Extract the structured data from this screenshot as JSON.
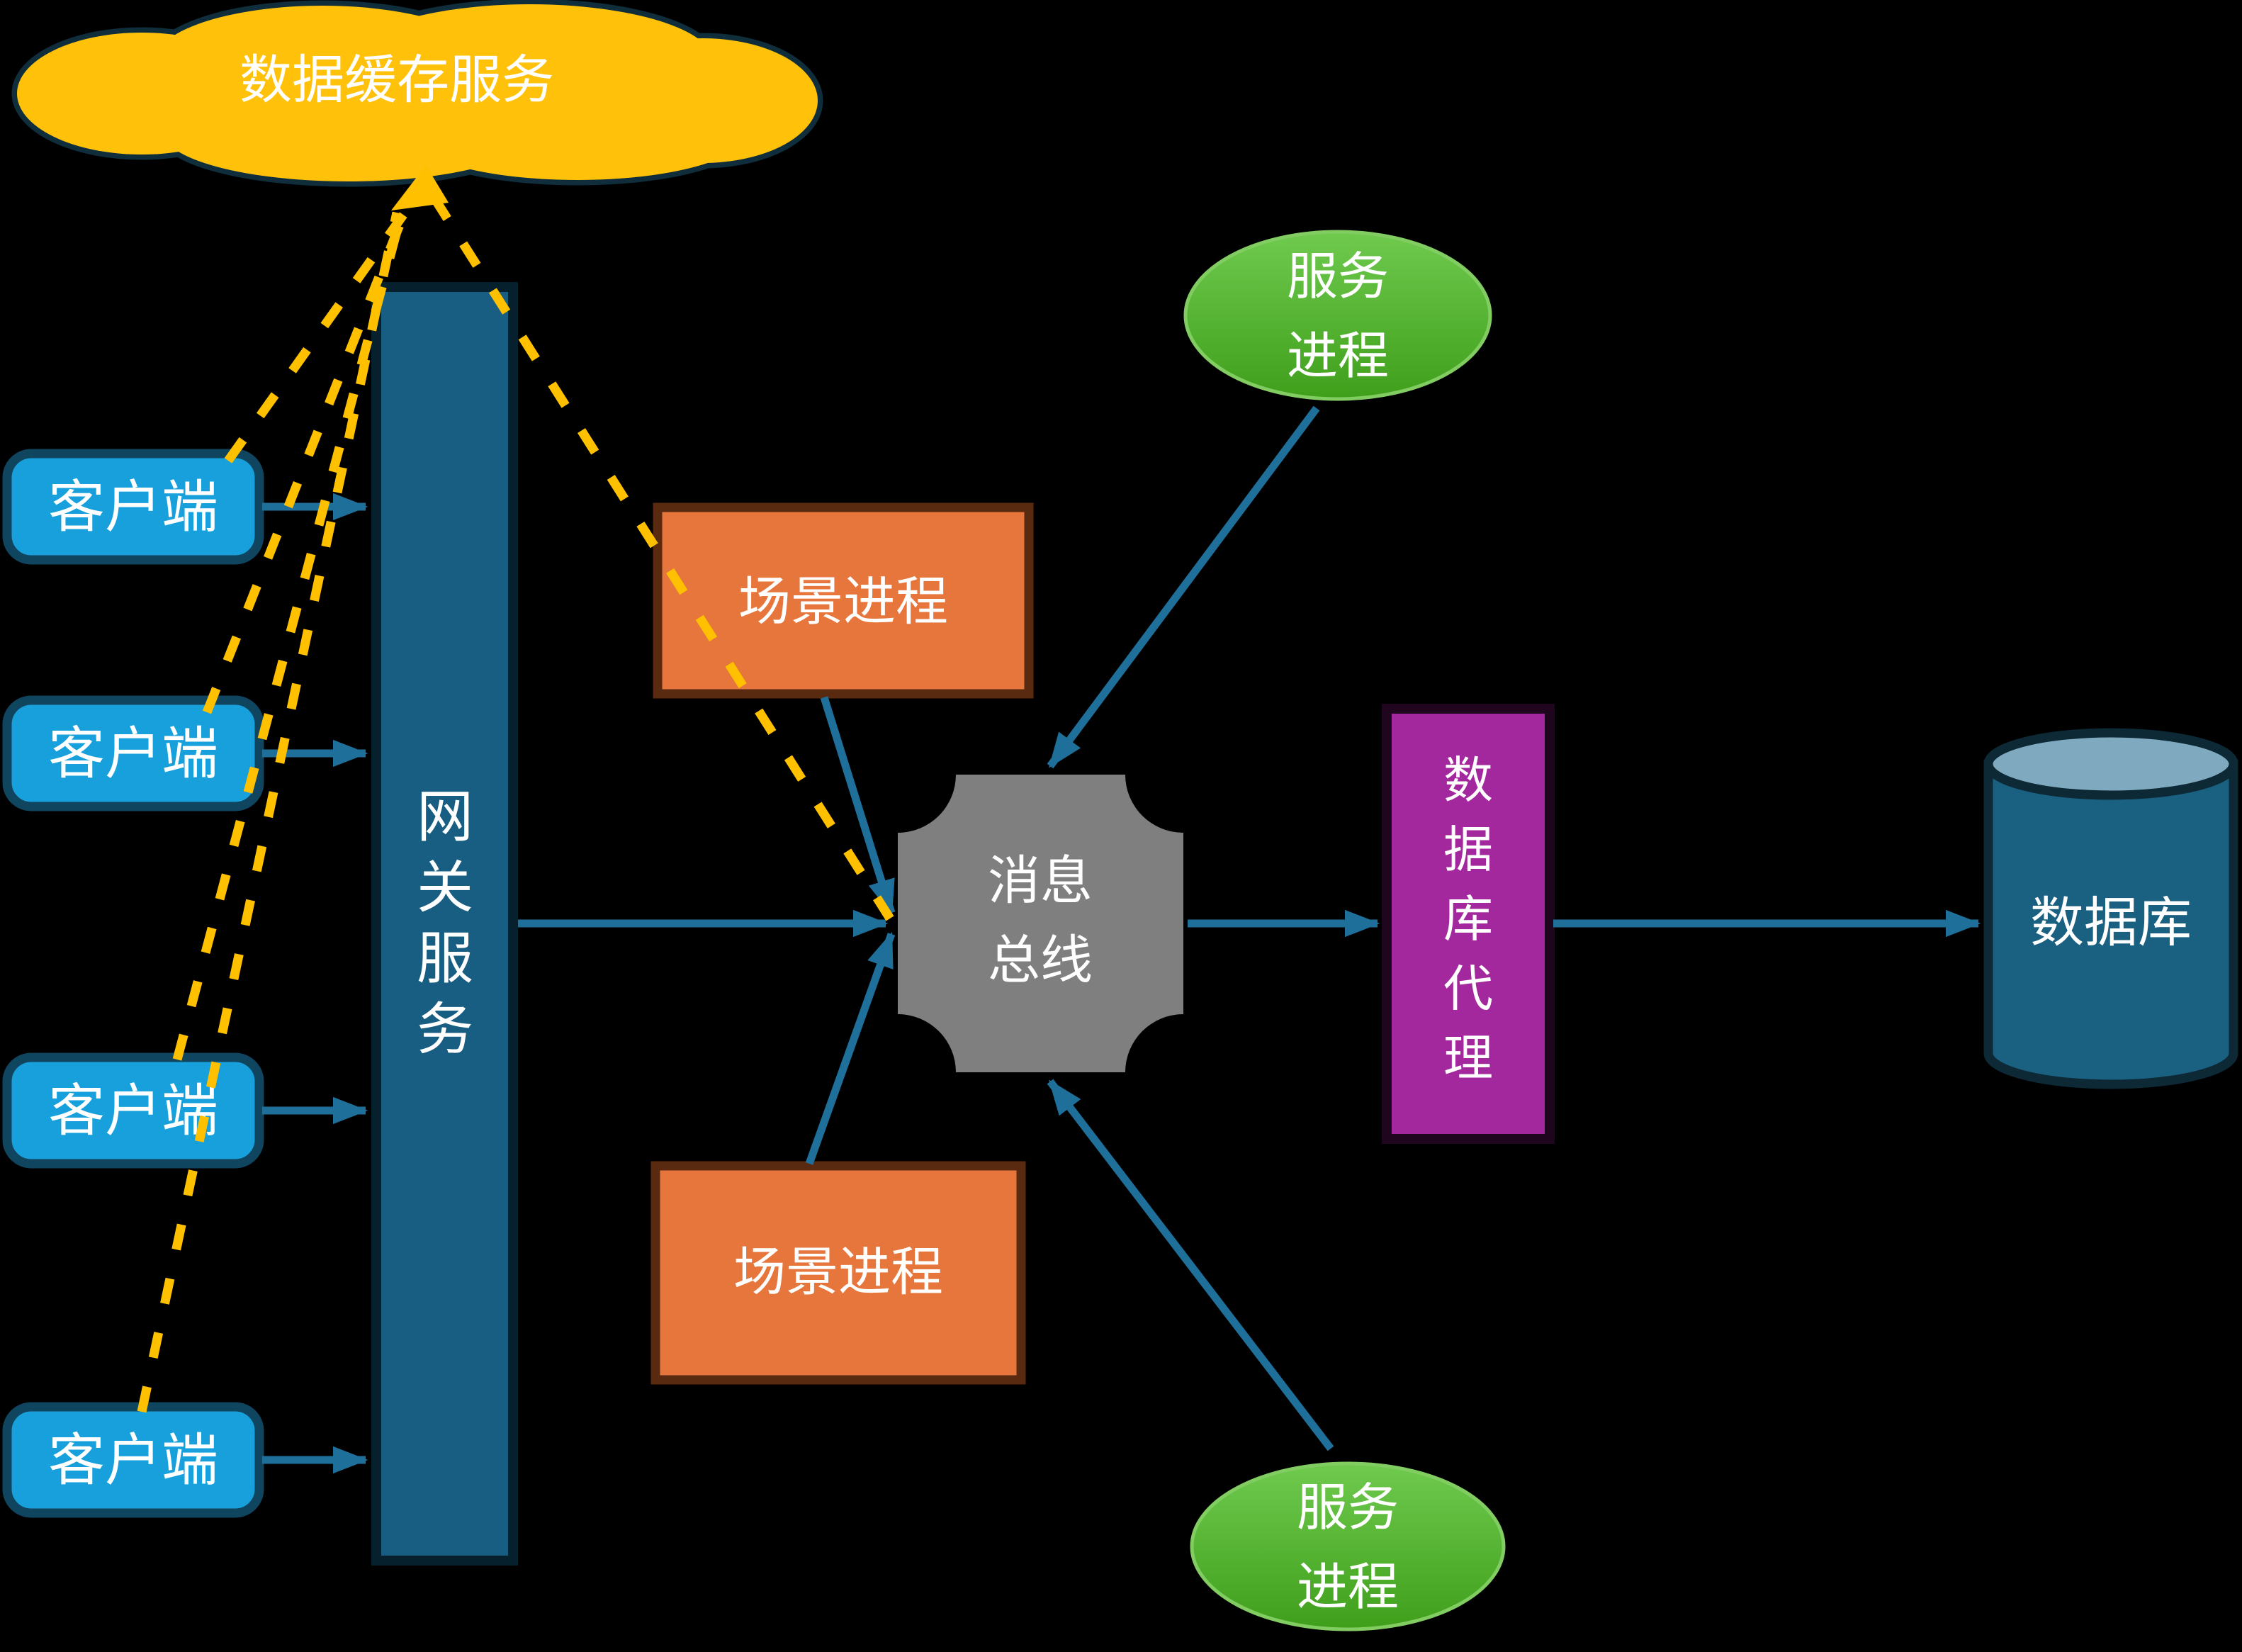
{
  "colors": {
    "background": "#000000",
    "text": "#FFFFFF",
    "solid_arrow": "#1F6F9B",
    "dashed_arrow": "#FFC000"
  },
  "nodes": {
    "cache_cloud": {
      "label": "数据缓存服务",
      "shape": "cloud",
      "fill": "#FFC10A",
      "outline": "#0F2D3A"
    },
    "clients": {
      "label": "客户端",
      "shape": "rounded-rect",
      "count": 4,
      "fill": "#17A0DB",
      "border": "#10455F"
    },
    "gateway": {
      "label": "网关服务",
      "shape": "vertical-bar",
      "fill": "#175E82",
      "border": "#06202E"
    },
    "scene_processes": {
      "label": "场景进程",
      "shape": "rect",
      "count": 2,
      "fill": "#E6763B",
      "border": "#5A2A10"
    },
    "message_bus": {
      "label": "消息总线",
      "lines": [
        "消息",
        "总线"
      ],
      "shape": "concave-corner-square",
      "fill": "#7F7F7F"
    },
    "service_processes": {
      "label": "服务进程",
      "lines": [
        "服务",
        "进程"
      ],
      "shape": "ellipse",
      "count": 2,
      "fill_top": "#6FCA4E",
      "fill_bottom": "#3F9F1B",
      "border": "#82CD62"
    },
    "db_proxy": {
      "label": "数据库代理",
      "shape": "rect",
      "fill": "#A3289D",
      "border": "#20051F"
    },
    "database": {
      "label": "数据库",
      "shape": "cylinder",
      "fill": "#1A6080",
      "top_fill": "#7FA9BE",
      "outline": "#0D2936"
    }
  },
  "edges": [
    {
      "from": "client-1",
      "to": "gateway",
      "style": "solid-arrow"
    },
    {
      "from": "client-2",
      "to": "gateway",
      "style": "solid-arrow"
    },
    {
      "from": "client-3",
      "to": "gateway",
      "style": "solid-arrow"
    },
    {
      "from": "client-4",
      "to": "gateway",
      "style": "solid-arrow"
    },
    {
      "from": "gateway",
      "to": "message-bus",
      "style": "solid-arrow"
    },
    {
      "from": "scene-process-top",
      "to": "message-bus",
      "style": "solid-arrow"
    },
    {
      "from": "scene-process-bottom",
      "to": "message-bus",
      "style": "solid-arrow"
    },
    {
      "from": "service-process-top",
      "to": "message-bus",
      "style": "solid-arrow"
    },
    {
      "from": "service-process-bottom",
      "to": "message-bus",
      "style": "solid-arrow"
    },
    {
      "from": "message-bus",
      "to": "db-proxy",
      "style": "solid-arrow"
    },
    {
      "from": "db-proxy",
      "to": "database",
      "style": "solid-arrow"
    },
    {
      "from": "client-1",
      "to": "cache-cloud",
      "style": "dashed-arrow"
    },
    {
      "from": "client-2",
      "to": "cache-cloud",
      "style": "dashed-arrow"
    },
    {
      "from": "client-3",
      "to": "cache-cloud",
      "style": "dashed-arrow"
    },
    {
      "from": "client-4",
      "to": "cache-cloud",
      "style": "dashed-arrow"
    },
    {
      "from": "message-bus",
      "to": "cache-cloud",
      "style": "dashed-arrow"
    }
  ]
}
